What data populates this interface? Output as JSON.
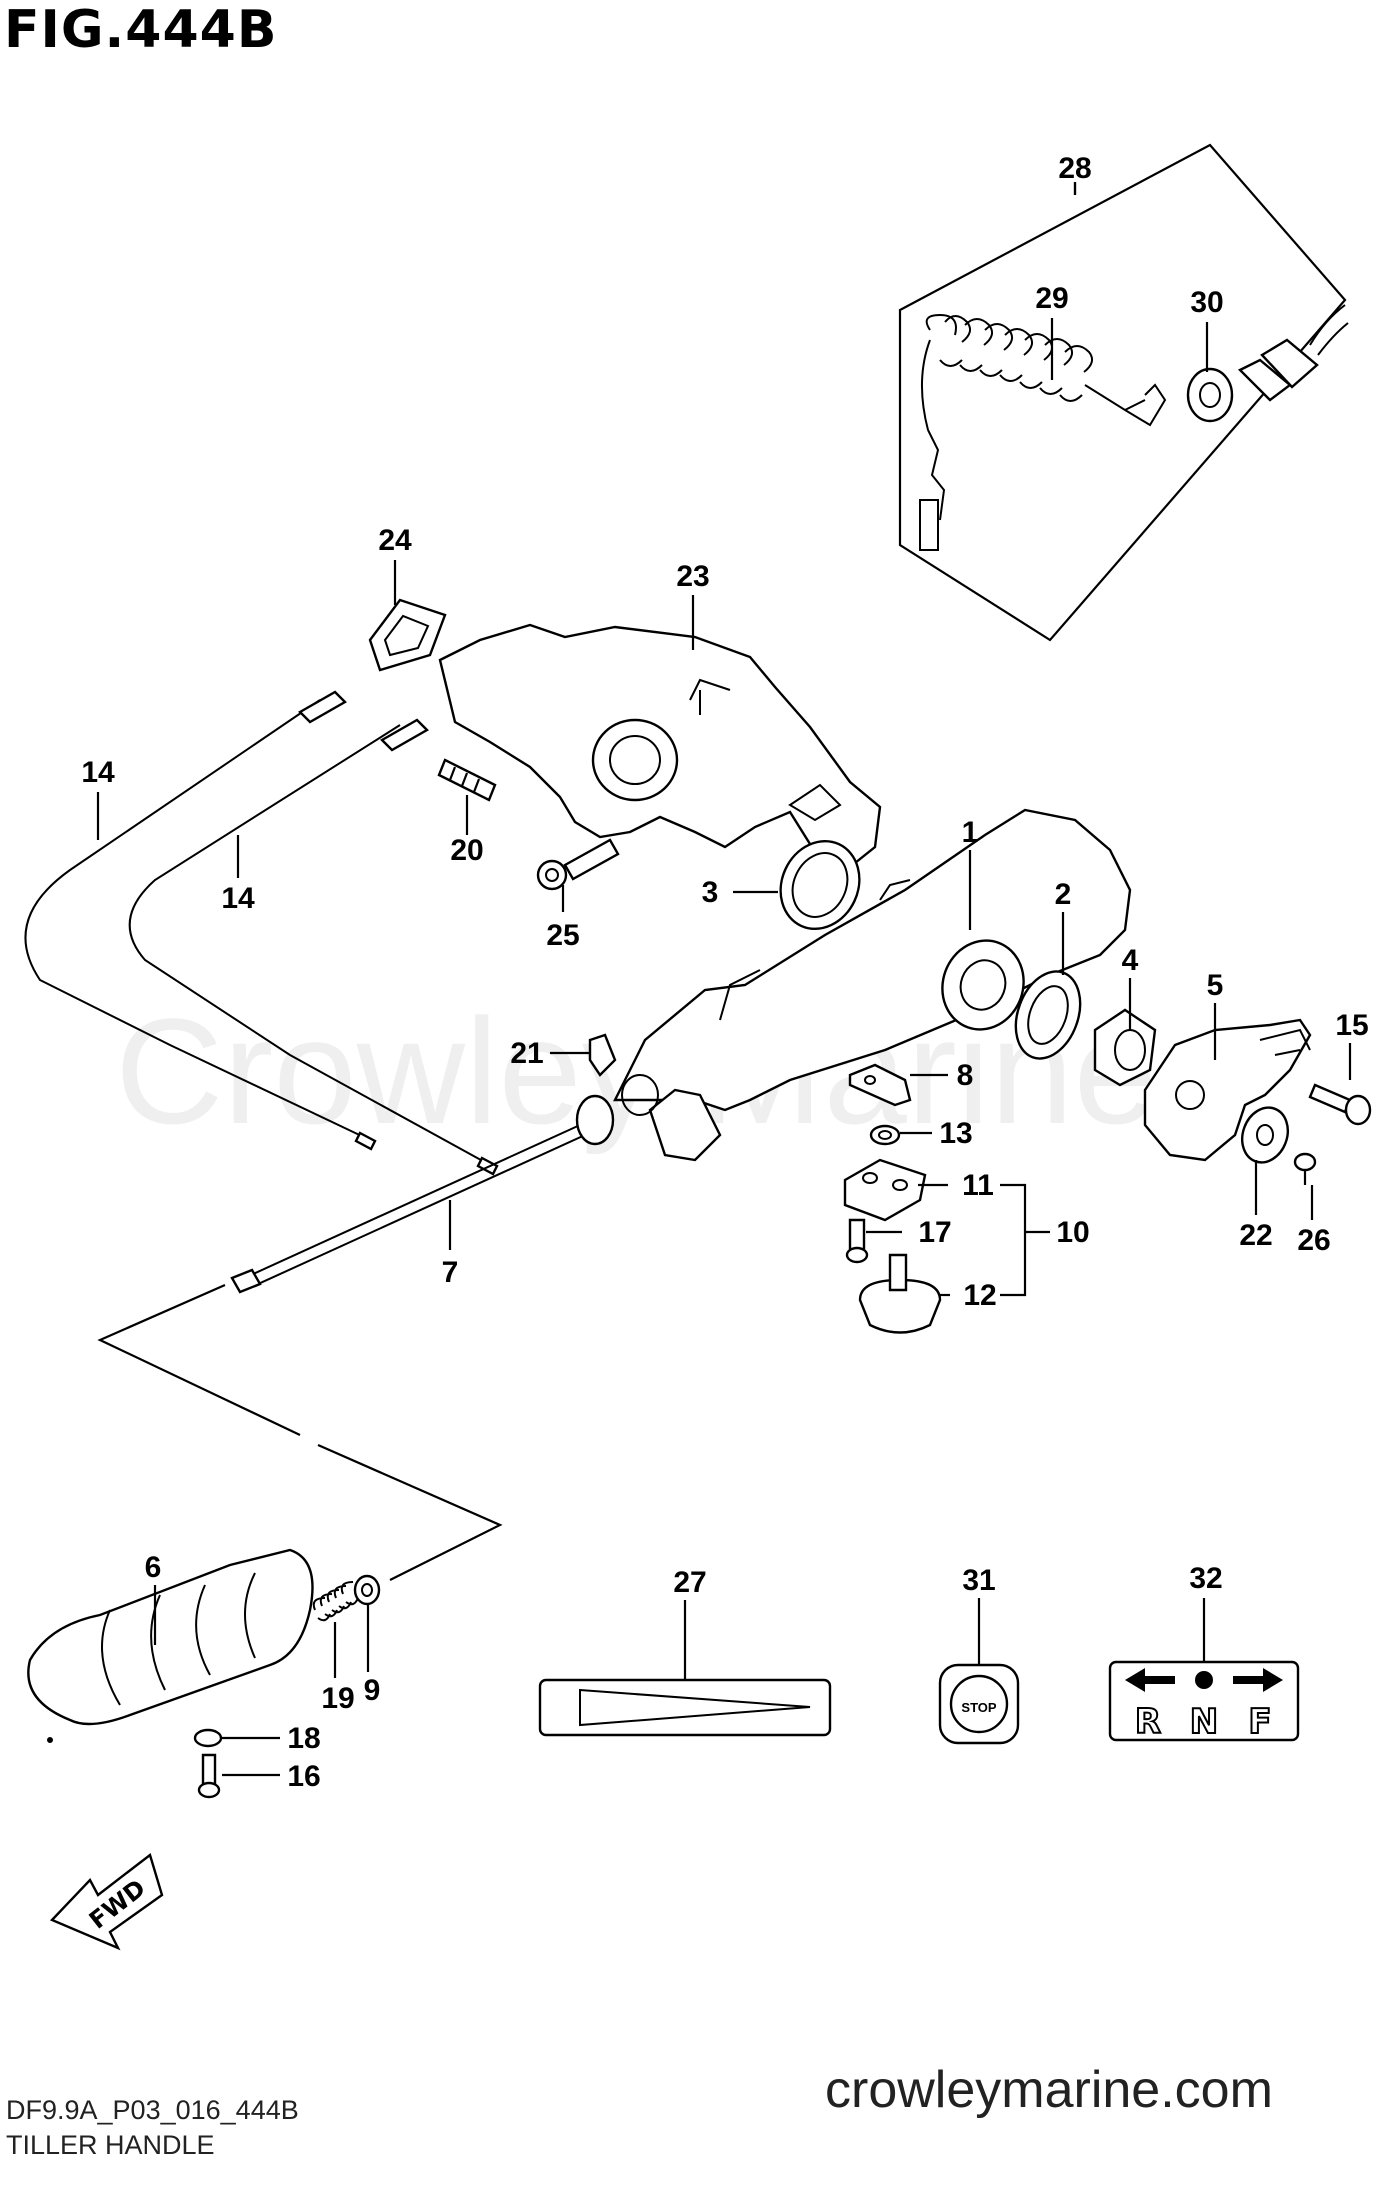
{
  "figure": {
    "title": "FIG.444B",
    "watermark": "Crowley Marine",
    "website": "crowleymarine.com",
    "diagram_code": "DF9.9A_P03_016_444B",
    "caption": "TILLER HANDLE"
  },
  "labels": {
    "l1": "1",
    "l2": "2",
    "l3": "3",
    "l4": "4",
    "l5": "5",
    "l6": "6",
    "l7": "7",
    "l8": "8",
    "l9": "9",
    "l10": "10",
    "l11": "11",
    "l12": "12",
    "l13": "13",
    "l14a": "14",
    "l14b": "14",
    "l15": "15",
    "l16": "16",
    "l17": "17",
    "l18": "18",
    "l19": "19",
    "l20": "20",
    "l21": "21",
    "l22": "22",
    "l23": "23",
    "l24": "24",
    "l25": "25",
    "l26": "26",
    "l27": "27",
    "l28": "28",
    "l29": "29",
    "l30": "30",
    "l31": "31",
    "l32": "32"
  },
  "decals": {
    "stop_text": "STOP",
    "shift_r": "R",
    "shift_n": "N",
    "shift_f": "F",
    "fwd_text": "FWD"
  },
  "icons": {
    "shift_left": "arrow-left-icon",
    "shift_right": "arrow-right-icon",
    "fwd": "fwd-arrow-icon"
  }
}
